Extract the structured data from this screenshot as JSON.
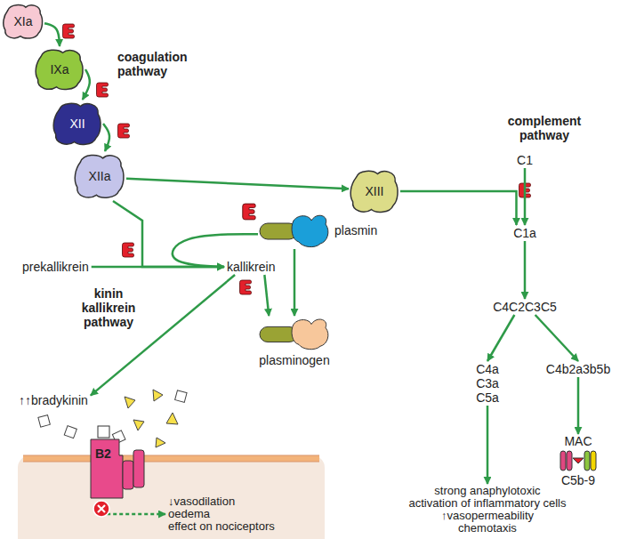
{
  "diagram": {
    "nodes": [
      {
        "text": [
          "XIa"
        ]
      },
      {
        "text": [
          "IXa"
        ]
      },
      {
        "text": [
          "XII"
        ]
      },
      {
        "text": [
          "XIIa"
        ]
      },
      {
        "text": [
          "XIII"
        ]
      },
      {
        "text": [
          "C1"
        ]
      },
      {
        "text": [
          "C1a"
        ]
      },
      {
        "text": [
          "plasmin"
        ]
      },
      {
        "text": [
          "prekallikrein"
        ]
      },
      {
        "text": [
          "kallikrein"
        ]
      },
      {
        "text": [
          "C4C2C3C5"
        ]
      },
      {
        "text": [
          "plasminogen"
        ]
      },
      {
        "text": [
          "C4a",
          "C3a",
          "C5a"
        ]
      },
      {
        "text": [
          "C4b2a3b5b"
        ]
      },
      {
        "text": [
          "↑↑bradykinin"
        ]
      },
      {
        "text": [
          "B2"
        ]
      },
      {
        "text": [
          "MAC",
          "C5b-9"
        ]
      },
      {
        "text": [
          "↓vasodilation",
          "oedema",
          "effect on nociceptors"
        ]
      },
      {
        "text": [
          "strong anaphylotoxic",
          "activation of inflammatory cells",
          "↑vasopermeability",
          "chemotaxis"
        ]
      }
    ],
    "edges": [
      {
        "from": 0,
        "to": 1,
        "arrow": "to"
      },
      {
        "from": 1,
        "to": 2,
        "arrow": "to"
      },
      {
        "from": 2,
        "to": 3,
        "arrow": "to"
      },
      {
        "from": 3,
        "to": 4,
        "arrow": "to"
      },
      {
        "from": 4,
        "to": 6,
        "arrow": "to"
      },
      {
        "from": 5,
        "to": 6,
        "arrow": "to"
      },
      {
        "from": 3,
        "to": 9,
        "arrow": "to"
      },
      {
        "from": 8,
        "to": 9,
        "arrow": "to"
      },
      {
        "from": 7,
        "to": 9,
        "arrow": "to"
      },
      {
        "from": 7,
        "to": 11,
        "arrow": "to"
      },
      {
        "from": 9,
        "to": 11,
        "arrow": "to"
      },
      {
        "from": 9,
        "to": 14,
        "arrow": "to"
      },
      {
        "from": 6,
        "to": 10,
        "arrow": "to"
      },
      {
        "from": 10,
        "to": 12,
        "arrow": "to"
      },
      {
        "from": 10,
        "to": 13,
        "arrow": "to"
      },
      {
        "from": 13,
        "to": 16,
        "arrow": "to"
      },
      {
        "from": 12,
        "to": 18,
        "arrow": "to"
      },
      {
        "from": 15,
        "to": 17,
        "arrow": "to"
      }
    ],
    "labels": [
      "coagulation pathway",
      "complement pathway",
      "kinin kallikrein pathway"
    ]
  }
}
